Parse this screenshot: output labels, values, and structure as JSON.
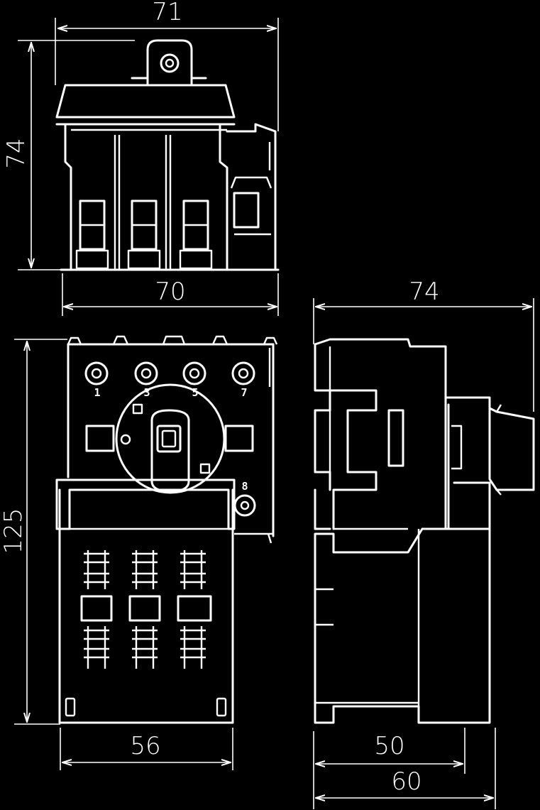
{
  "drawing": {
    "dimensions": {
      "top_width": "71",
      "top_height": "74",
      "top_base_width": "70",
      "side_width": "74",
      "front_height": "125",
      "front_width": "56",
      "side_depth_inner": "50",
      "side_depth_outer": "60"
    },
    "terminals": [
      "1",
      "3",
      "5",
      "7",
      "8"
    ]
  },
  "colors": {
    "background": "#000000",
    "line": "#ffffff"
  }
}
